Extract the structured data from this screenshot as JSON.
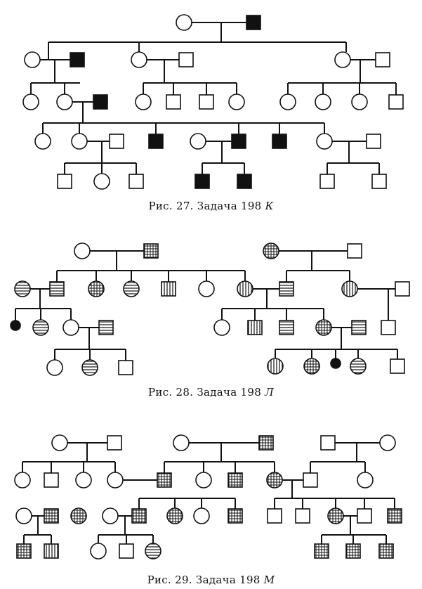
{
  "figures": [
    {
      "caption_prefix": "Рис. 27. Задача 198",
      "caption_letter": "К",
      "individuals": [
        {
          "sex": "female",
          "fill": "none"
        },
        {
          "sex": "male",
          "fill": "solid"
        },
        {
          "sex": "female",
          "fill": "none"
        },
        {
          "sex": "male",
          "fill": "solid"
        },
        {
          "sex": "female",
          "fill": "none"
        },
        {
          "sex": "male",
          "fill": "none"
        },
        {
          "sex": "female",
          "fill": "none"
        },
        {
          "sex": "male",
          "fill": "none"
        },
        {
          "sex": "female",
          "fill": "none"
        },
        {
          "sex": "female",
          "fill": "none"
        },
        {
          "sex": "male",
          "fill": "solid"
        },
        {
          "sex": "female",
          "fill": "none"
        },
        {
          "sex": "male",
          "fill": "none"
        },
        {
          "sex": "male",
          "fill": "none"
        },
        {
          "sex": "female",
          "fill": "none"
        },
        {
          "sex": "female",
          "fill": "none"
        },
        {
          "sex": "female",
          "fill": "none"
        },
        {
          "sex": "female",
          "fill": "none"
        },
        {
          "sex": "male",
          "fill": "none"
        },
        {
          "sex": "female",
          "fill": "none"
        },
        {
          "sex": "female",
          "fill": "none"
        },
        {
          "sex": "male",
          "fill": "none"
        },
        {
          "sex": "male",
          "fill": "solid"
        },
        {
          "sex": "female",
          "fill": "none"
        },
        {
          "sex": "male",
          "fill": "solid"
        },
        {
          "sex": "male",
          "fill": "solid"
        },
        {
          "sex": "female",
          "fill": "none"
        },
        {
          "sex": "male",
          "fill": "none"
        },
        {
          "sex": "male",
          "fill": "none"
        },
        {
          "sex": "female",
          "fill": "none"
        },
        {
          "sex": "male",
          "fill": "none"
        },
        {
          "sex": "male",
          "fill": "solid"
        },
        {
          "sex": "male",
          "fill": "solid"
        },
        {
          "sex": "male",
          "fill": "none"
        },
        {
          "sex": "male",
          "fill": "none"
        }
      ]
    },
    {
      "caption_prefix": "Рис. 28. Задача 198",
      "caption_letter": "Л",
      "individuals": [
        {
          "sex": "female",
          "fill": "none"
        },
        {
          "sex": "male",
          "fill": "grid"
        },
        {
          "sex": "female",
          "fill": "grid"
        },
        {
          "sex": "male",
          "fill": "none"
        },
        {
          "sex": "female",
          "fill": "horizontal"
        },
        {
          "sex": "male",
          "fill": "horizontal"
        },
        {
          "sex": "female",
          "fill": "grid"
        },
        {
          "sex": "female",
          "fill": "horizontal"
        },
        {
          "sex": "male",
          "fill": "vertical"
        },
        {
          "sex": "female",
          "fill": "none"
        },
        {
          "sex": "female",
          "fill": "vertical"
        },
        {
          "sex": "male",
          "fill": "horizontal"
        },
        {
          "sex": "female",
          "fill": "vertical"
        },
        {
          "sex": "male",
          "fill": "none"
        },
        {
          "sex": "female",
          "fill": "solid"
        },
        {
          "sex": "female",
          "fill": "horizontal"
        },
        {
          "sex": "female",
          "fill": "none"
        },
        {
          "sex": "male",
          "fill": "horizontal"
        },
        {
          "sex": "female",
          "fill": "none"
        },
        {
          "sex": "male",
          "fill": "vertical"
        },
        {
          "sex": "male",
          "fill": "horizontal"
        },
        {
          "sex": "female",
          "fill": "grid"
        },
        {
          "sex": "male",
          "fill": "horizontal"
        },
        {
          "sex": "male",
          "fill": "none"
        },
        {
          "sex": "female",
          "fill": "none"
        },
        {
          "sex": "female",
          "fill": "horizontal"
        },
        {
          "sex": "male",
          "fill": "none"
        },
        {
          "sex": "female",
          "fill": "vertical"
        },
        {
          "sex": "female",
          "fill": "grid"
        },
        {
          "sex": "female",
          "fill": "solid"
        },
        {
          "sex": "female",
          "fill": "horizontal"
        },
        {
          "sex": "male",
          "fill": "none"
        }
      ]
    },
    {
      "caption_prefix": "Рис. 29. Задача 198",
      "caption_letter": "М",
      "individuals": [
        {
          "sex": "female",
          "fill": "none"
        },
        {
          "sex": "male",
          "fill": "none"
        },
        {
          "sex": "female",
          "fill": "none"
        },
        {
          "sex": "male",
          "fill": "grid"
        },
        {
          "sex": "male",
          "fill": "none"
        },
        {
          "sex": "female",
          "fill": "none"
        },
        {
          "sex": "female",
          "fill": "none"
        },
        {
          "sex": "male",
          "fill": "none"
        },
        {
          "sex": "female",
          "fill": "none"
        },
        {
          "sex": "female",
          "fill": "none"
        },
        {
          "sex": "male",
          "fill": "grid"
        },
        {
          "sex": "female",
          "fill": "none"
        },
        {
          "sex": "male",
          "fill": "grid"
        },
        {
          "sex": "female",
          "fill": "grid"
        },
        {
          "sex": "male",
          "fill": "none"
        },
        {
          "sex": "female",
          "fill": "none"
        },
        {
          "sex": "female",
          "fill": "none"
        },
        {
          "sex": "male",
          "fill": "grid"
        },
        {
          "sex": "female",
          "fill": "grid"
        },
        {
          "sex": "female",
          "fill": "none"
        },
        {
          "sex": "male",
          "fill": "grid"
        },
        {
          "sex": "female",
          "fill": "grid"
        },
        {
          "sex": "female",
          "fill": "none"
        },
        {
          "sex": "male",
          "fill": "grid"
        },
        {
          "sex": "male",
          "fill": "none"
        },
        {
          "sex": "male",
          "fill": "none"
        },
        {
          "sex": "female",
          "fill": "grid"
        },
        {
          "sex": "male",
          "fill": "none"
        },
        {
          "sex": "male",
          "fill": "grid"
        },
        {
          "sex": "male",
          "fill": "grid"
        },
        {
          "sex": "male",
          "fill": "vertical"
        },
        {
          "sex": "female",
          "fill": "none"
        },
        {
          "sex": "male",
          "fill": "none"
        },
        {
          "sex": "female",
          "fill": "horizontal"
        },
        {
          "sex": "male",
          "fill": "grid"
        },
        {
          "sex": "male",
          "fill": "grid"
        },
        {
          "sex": "male",
          "fill": "grid"
        }
      ]
    }
  ]
}
